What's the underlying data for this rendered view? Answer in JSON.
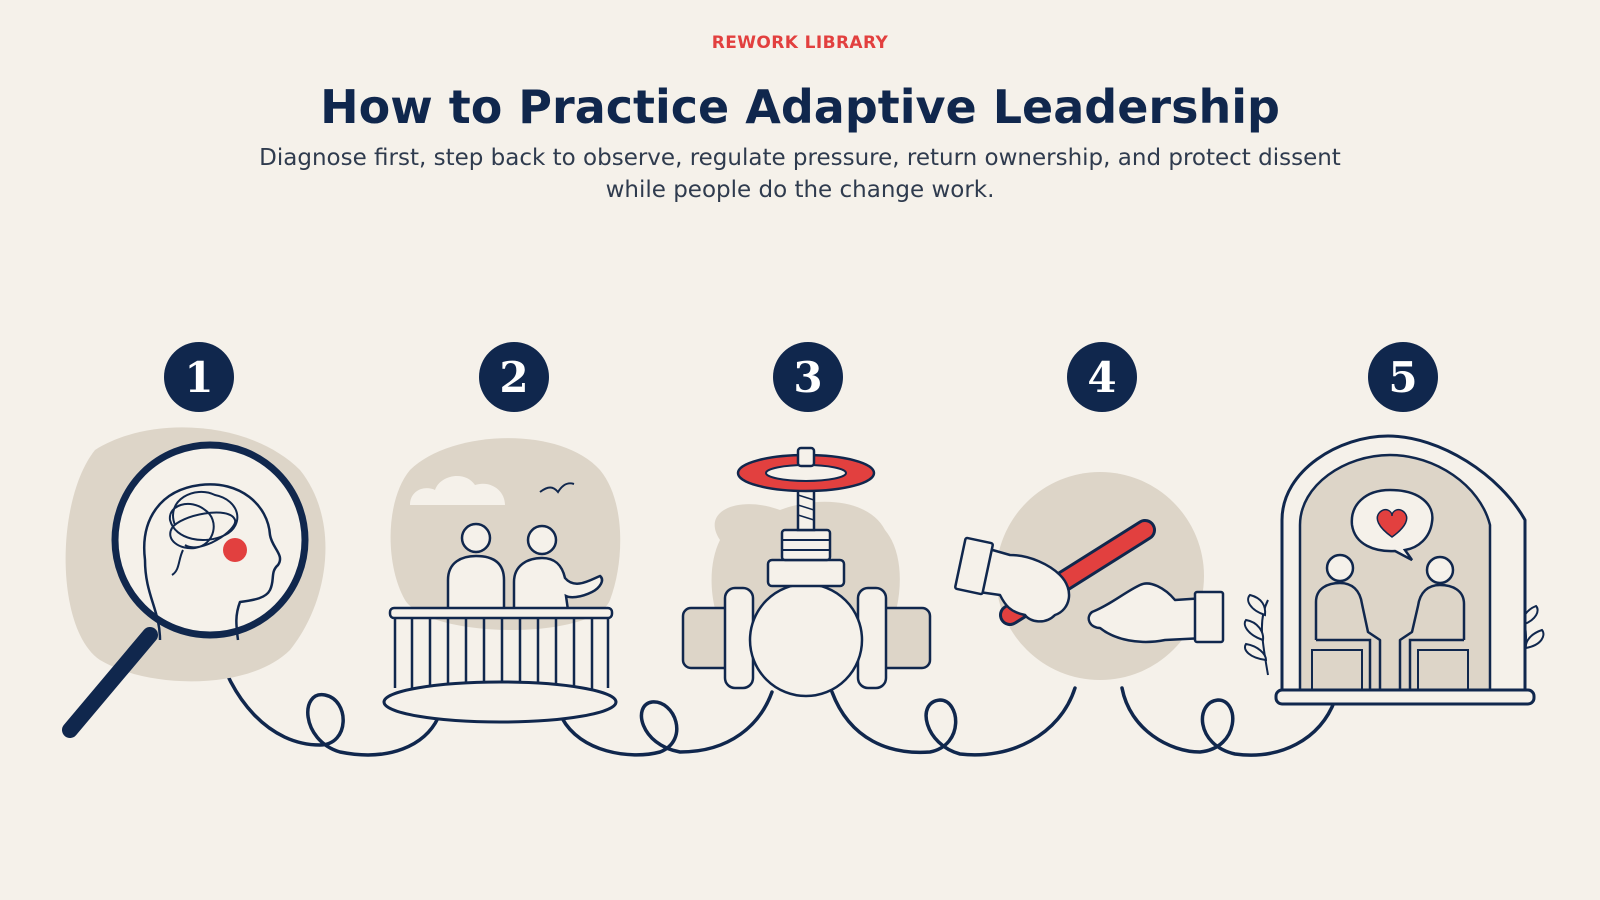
{
  "header": {
    "eyebrow": "REWORK LIBRARY",
    "title": "How to Practice Adaptive Leadership",
    "subtitle": "Diagnose first, step back to observe, regulate pressure, return ownership, and protect dissent while people do the change work."
  },
  "steps": [
    {
      "number": "1",
      "icon": "magnifying-glass-head-icon"
    },
    {
      "number": "2",
      "icon": "balcony-observers-icon"
    },
    {
      "number": "3",
      "icon": "pressure-valve-icon"
    },
    {
      "number": "4",
      "icon": "baton-handoff-icon"
    },
    {
      "number": "5",
      "icon": "safe-shelter-dialogue-icon"
    }
  ],
  "colors": {
    "navy": "#10274d",
    "accent": "#e2403f",
    "blob": "#ddd5c8",
    "background": "#f5f1ea"
  }
}
